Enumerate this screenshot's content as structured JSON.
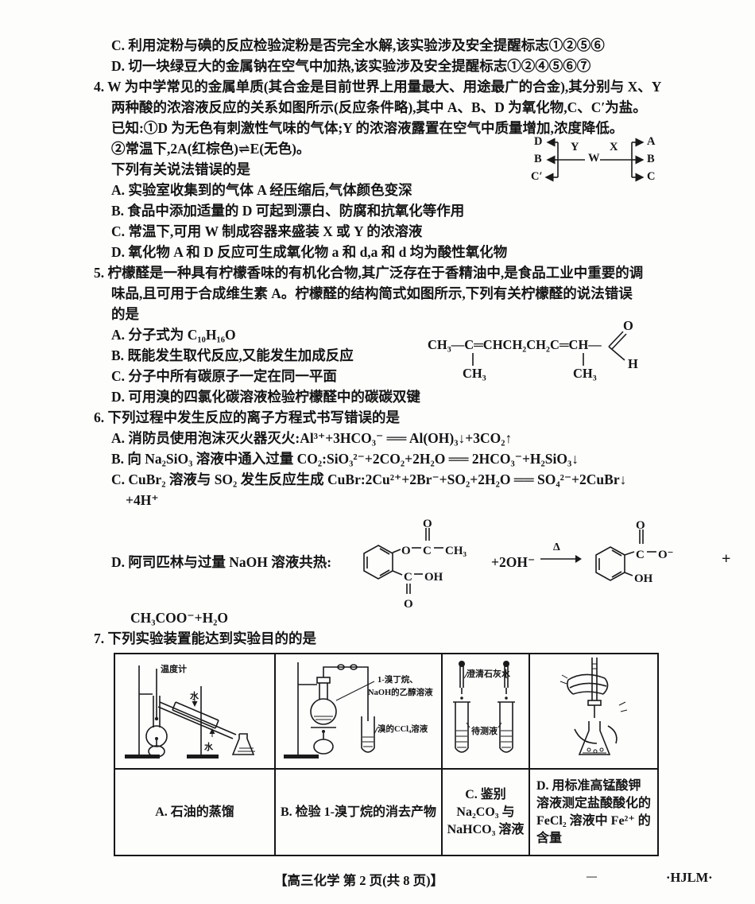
{
  "prev": {
    "c": "C. 利用淀粉与碘的反应检验淀粉是否完全水解,该实验涉及安全提醒标志①②⑤⑥",
    "d": "D. 切一块绿豆大的金属钠在空气中加热,该实验涉及安全提醒标志①②④⑤⑥⑦"
  },
  "q4": {
    "lines": [
      "4. W 为中学常见的金属单质(其合金是目前世界上用量最大、用途最广的合金),其分别与 X、Y",
      "两种酸的浓溶液反应的关系如图所示(反应条件略),其中 A、B、D 为氧化物,C、C′为盐。",
      "已知:①D 为无色有刺激性气味的气体;Y 的浓溶液露置在空气中质量增加,浓度降低。",
      "②常温下,2A(红棕色)⇌E(无色)。",
      "下列有关说法错误的是"
    ],
    "options": [
      "A. 实验室收集到的气体 A 经压缩后,气体颜色变深",
      "B. 食品中添加适量的 D 可起到漂白、防腐和抗氧化等作用",
      "C. 常温下,可用 W 制成容器来盛装 X 或 Y 的浓溶液",
      "D. 氧化物 A 和 D 反应可生成氧化物 a 和 d,a 和 d 均为酸性氧化物"
    ],
    "diagram": {
      "w": "W",
      "x": "X",
      "y": "Y",
      "left": [
        "D",
        "B",
        "C′"
      ],
      "right": [
        "A",
        "B",
        "C"
      ]
    }
  },
  "q5": {
    "lines": [
      "5. 柠檬醛是一种具有柠檬香味的有机化合物,其广泛存在于香精油中,是食品工业中重要的调",
      "味品,且可用于合成维生素 A。柠檬醛的结构简式如图所示,下列有关柠檬醛的说法错误",
      "的是"
    ],
    "options": [
      "A. 分子式为 C₁₀H₁₆O",
      "B. 既能发生取代反应,又能发生加成反应",
      "C. 分子中所有碳原子一定在同一平面",
      "D. 可用溴的四氯化碳溶液检验柠檬醛中的碳碳双键"
    ],
    "structure": {
      "chain": "CH₃—C═CHCH₂CH₂C═CH—",
      "o": "O",
      "h": "H",
      "methyl1": "CH₃",
      "methyl2": "CH₃"
    }
  },
  "q6": {
    "title": "6. 下列过程中发生反应的离子方程式书写错误的是",
    "option_a": "A. 消防员使用泡沫灭火器灭火:Al³⁺+3HCO₃⁻ ══ Al(OH)₃↓+3CO₂↑",
    "option_b": "B. 向 Na₂SiO₃ 溶液中通入过量 CO₂:SiO₃²⁻+2CO₂+2H₂O ══ 2HCO₃⁻+H₂SiO₃↓",
    "option_c": "C. CuBr₂ 溶液与 SO₂ 发生反应生成 CuBr:2Cu²⁺+2Br⁻+SO₂+2H₂O ══ SO₄²⁻+2CuBr↓",
    "option_c2": "+4H⁺",
    "option_d_label": "D. 阿司匹林与过量 NaOH 溶液共热:",
    "plus_2oh": "+2OH⁻",
    "delta": "Δ",
    "plus": "+",
    "tail": "CH₃COO⁻+H₂O",
    "aspirin": {
      "o_top": "O",
      "c1": "C",
      "ch3": "CH₃",
      "o_ester": "O",
      "c2": "C",
      "oh": "OH",
      "o_bottom": "O"
    },
    "salicylate": {
      "o_top": "O",
      "c": "C",
      "o_minus": "O⁻",
      "oh": "OH"
    }
  },
  "q7": {
    "title": "7. 下列实验装置能达到实验目的的是",
    "captions": [
      "A. 石油的蒸馏",
      "B. 检验 1-溴丁烷的消去产物",
      "C. 鉴别 Na₂CO₃ 与 NaHCO₃ 溶液",
      "D. 用标准高锰酸钾溶液测定盐酸酸化的 FeCl₂ 溶液中 Fe²⁺ 的含量"
    ],
    "cell_a": {
      "thermometer": "温度计",
      "water_in": "水",
      "water_out": "水"
    },
    "cell_b": {
      "label1": "1-溴丁烷、",
      "label2": "NaOH的乙醇溶液",
      "label3": "溴的CCl₄溶液"
    },
    "cell_c": {
      "limewater": "澄清石灰水",
      "sample": "待测液"
    }
  },
  "footer": {
    "dash": "—",
    "center": "【高三化学 第 2 页(共 8 页)】",
    "right": "·HJLM·"
  }
}
